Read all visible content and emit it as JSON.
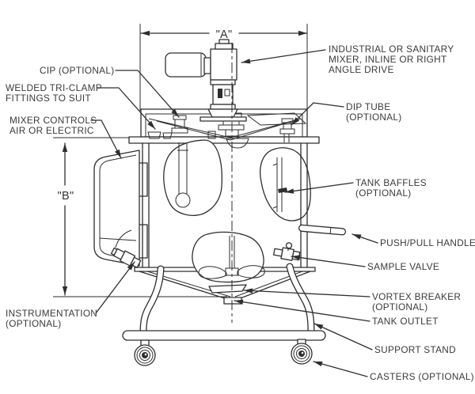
{
  "diagram_title": "process-mixing-tank-diagram",
  "colors": {
    "line": "#2e2e2e",
    "text": "#3a3a3a",
    "background": "#ffffff"
  },
  "dimensions": {
    "a": "\"A\"",
    "b": "\"B\""
  },
  "labels": {
    "mixer": [
      "INDUSTRIAL OR SANITARY",
      "MIXER, INLINE OR RIGHT",
      "ANGLE DRIVE"
    ],
    "cip": [
      "CIP (OPTIONAL)"
    ],
    "welded_tri_clamp": [
      "WELDED TRI-CLAMP",
      "FITTINGS TO SUIT"
    ],
    "mixer_controls": [
      "MIXER CONTROLS",
      "AIR OR ELECTRIC"
    ],
    "dip_tube": [
      "DIP TUBE",
      "(OPTIONAL)"
    ],
    "tank_baffles": [
      "TANK BAFFLES",
      "(OPTIONAL)"
    ],
    "push_pull_handle": [
      "PUSH/PULL HANDLE"
    ],
    "sample_valve": [
      "SAMPLE VALVE"
    ],
    "vortex_breaker": [
      "VORTEX BREAKER",
      "(OPTIONAL)"
    ],
    "instrumentation": [
      "INSTRUMENTATION",
      "(OPTIONAL)"
    ],
    "tank_outlet": [
      "TANK OUTLET"
    ],
    "support_stand": [
      "SUPPORT STAND"
    ],
    "casters": [
      "CASTERS (OPTIONAL)"
    ]
  }
}
